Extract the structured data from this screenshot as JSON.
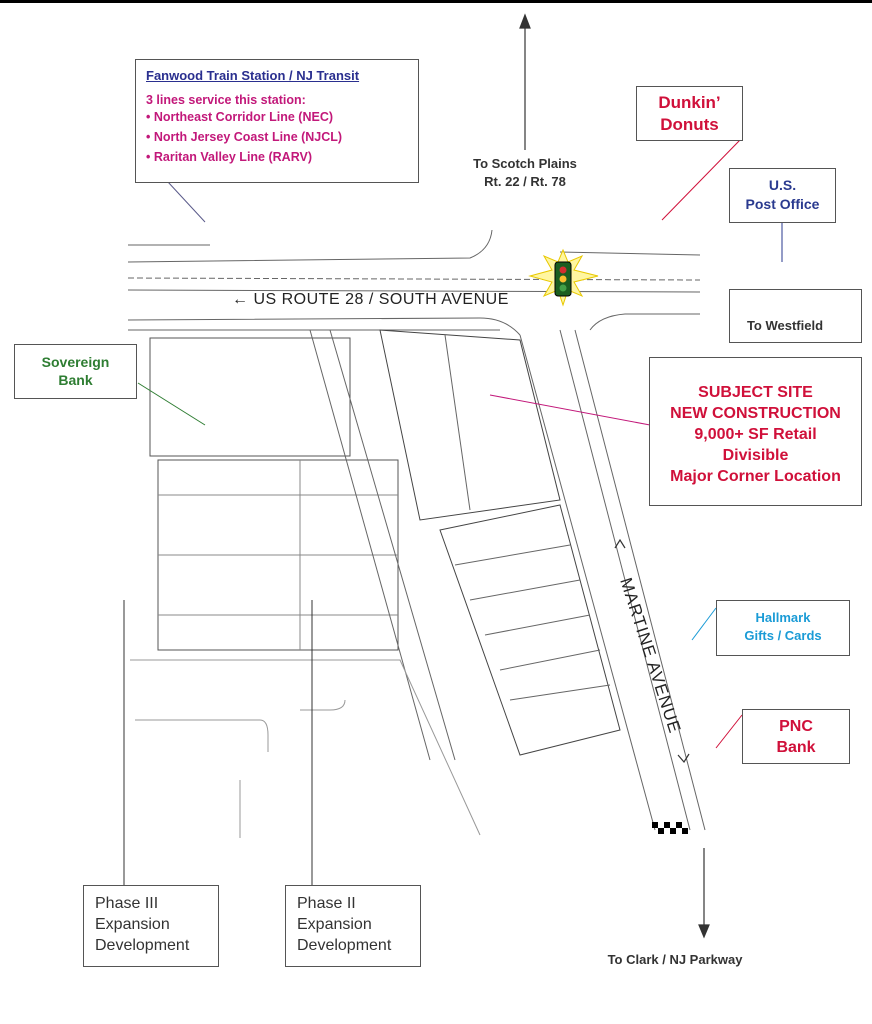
{
  "station": {
    "title": "Fanwood Train Station / NJ Transit",
    "subtitle": "3 lines service this station:",
    "lines": [
      "• Northeast Corridor Line (NEC)",
      "• North Jersey Coast Line (NJCL)",
      "• Raritan Valley Line (RARV)"
    ]
  },
  "directions": {
    "north_line1": "To Scotch Plains",
    "north_line2": "Rt. 22 / Rt. 78",
    "east": "To Westfield",
    "south": "To Clark / NJ Parkway"
  },
  "roads": {
    "main": "US ROUTE 28 / SOUTH AVENUE",
    "main_arrow": "←",
    "side": "MARTINE AVENUE"
  },
  "landmarks": {
    "dunkin_line1": "Dunkin’",
    "dunkin_line2": "Donuts",
    "post_line1": "U.S.",
    "post_line2": "Post Office",
    "sovereign_line1": "Sovereign",
    "sovereign_line2": "Bank",
    "hallmark_line1": "Hallmark",
    "hallmark_line2": "Gifts / Cards",
    "pnc_line1": "PNC",
    "pnc_line2": "Bank"
  },
  "subject": {
    "lines": [
      "SUBJECT SITE",
      "NEW CONSTRUCTION",
      "9,000+ SF Retail",
      "Divisible",
      "Major Corner Location"
    ]
  },
  "phases": {
    "phase3": [
      "Phase III",
      "Expansion",
      "Development"
    ],
    "phase2": [
      "Phase II",
      "Expansion",
      "Development"
    ]
  },
  "colors": {
    "station_title": "#2a2f8f",
    "magenta": "#c2187a",
    "red": "#d0103a",
    "green": "#2e7d32",
    "cyan": "#1a9bd6",
    "post_blue": "#2a3a8f",
    "pnc_red": "#d0103a"
  }
}
